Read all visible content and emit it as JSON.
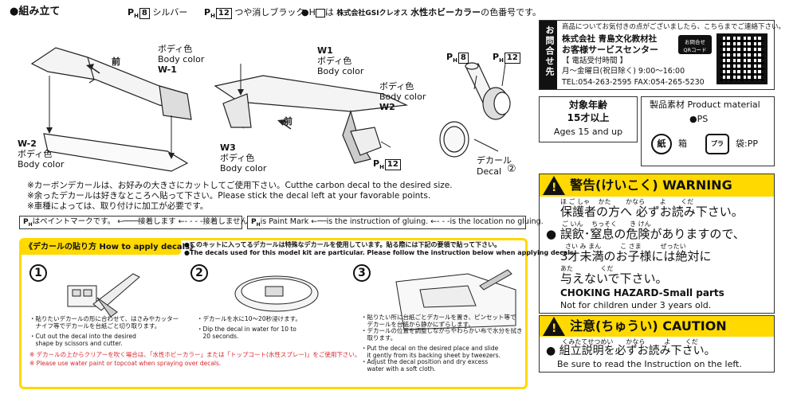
{
  "assembly": {
    "title": "●組み立て",
    "paint_codes": [
      {
        "mark": "H",
        "num": "8",
        "label": "シルバー"
      },
      {
        "mark": "H",
        "num": "12",
        "label": "つや消しブラック"
      }
    ],
    "paint_note_prefix": "●H",
    "paint_note_suffix": "は",
    "paint_note_maker": "株式会社GSIクレオス",
    "paint_note_brand": "水性ホビーカラー",
    "paint_note_end": "の色番号です。",
    "front_label": "前",
    "w1_top": {
      "jp": "ボディ色",
      "en": "Body color",
      "code": "W-1"
    },
    "w2_left": {
      "code": "W-2",
      "jp": "ボディ色",
      "en": "Body color"
    },
    "w1_mid": {
      "code": "W1",
      "jp": "ボディ色",
      "en": "Body color"
    },
    "w2_right": {
      "jp": "ボディ色",
      "en": "Body color",
      "code": "W2"
    },
    "w3": {
      "code": "W3",
      "jp": "ボディ色",
      "en": "Body color"
    },
    "ph12_label": {
      "mark": "H",
      "num": "12"
    },
    "ph8_small": {
      "mark": "H",
      "num": "8"
    },
    "ph12_small": {
      "mark": "H",
      "num": "12"
    },
    "decal": {
      "jp": "デカール",
      "en": "Decal",
      "num": "②"
    },
    "notes": [
      "※カーボンデカールは、お好みの大きさにカットしてご使用下さい。Cutthe carbon decal to the desired size.",
      "※余ったデカールは好きなところへ貼って下さい。Please stick the decal left at your favorable points.",
      "※車種によっては、取り付けに加工が必要です。"
    ],
    "legend_jp": {
      "mark": "H",
      "text1": "はペイントマークです。",
      "text2": "接着します",
      "text3": "接着しません"
    },
    "legend_en": {
      "mark": "H",
      "text1": "is Paint Mark",
      "text2": "is the instruction of gluing.",
      "text3": "is the location no gluing."
    }
  },
  "howto": {
    "title": "《デカールの貼り方 How to apply decals》",
    "note_jp": "●このキットに入ってるデカールは特殊なデカールを使用しています。貼る際には下記の要領で貼って下さい。",
    "note_en": "●The decals used for this model kit are particular. Please follow the instruction below when applying decals.",
    "steps": [
      {
        "num": "1",
        "jp": "・貼りたいデカールの形に合わせて、はさみやカッター\n　ナイフ等でデカールを台紙ごと切り取ります。",
        "en": "・Cut out the decal into the desired\n　shape by scissors and cutter."
      },
      {
        "num": "2",
        "jp": "・デカールを水に10〜20秒浸けます。",
        "en": "・Dip the decal in water for 10 to\n　20 seconds."
      },
      {
        "num": "3",
        "jp": "・貼りたい所に台紙ごとデカールを置き、ピンセット等で\n　デカールを台紙から静かにずらします。\n・デカールの位置を調整しながらやわらかい布で水分を拭き\n　取ります。",
        "en": "・Put the decal on the desired place and slide\n　it gently from its backing sheet by tweezers.\n・Adjust the decal position and dry excess\n　water with a soft cloth."
      }
    ],
    "warn_jp": "※ デカールの上からクリアーを吹く場合は、「水性ホビーカラー」または「トップコート(水性スプレー)」をご使用下さい。",
    "warn_en": "※ Please use water paint or topcoat when spraying over decals."
  },
  "contact": {
    "side_label": "お問合せ先",
    "line1": "商品についてお気付きの点がございましたら、こちらまでご連絡下さい。",
    "company": "株式会社 青島文化教材社",
    "center": "お客様サービスセンター",
    "hours_label": "【 電話受付時間 】",
    "hours": "月〜金曜日(祝日除く) 9:00〜16:00",
    "tel": "TEL:054-263-2595  FAX:054-265-5230",
    "qr_label": "お問合せ\nQRコード"
  },
  "age": {
    "jp": "対象年齢",
    "jp2": "15才以上",
    "en": "Ages 15 and up"
  },
  "material": {
    "title": "製品素材 Product material",
    "ps": "●PS",
    "box_label": "箱",
    "bag_label": "袋:PP",
    "paper_mark": "紙",
    "plastic_mark": "プラ"
  },
  "warning": {
    "title": "警告(けいこく) WARNING",
    "line1": "保護者の方へ 必ずお読み下さい。",
    "line1_ruby": "ほ ご しゃ　 かた　　 かなら　　 よ　　 くだ",
    "line2": "● 誤飲･窒息の危険がありますので、",
    "line2_ruby": "ご いん　 ちっそく　　き けん",
    "line3": "3才未満のお子様には絶対に",
    "line3_ruby": "さい み まん　　　こ さま　　　ぜったい",
    "line4": "与えないで下さい。",
    "line4_ruby": "あた　　　　 くだ",
    "en_title": "CHOKING HAZARD-Small parts",
    "en_text": "Not for children under 3 years old."
  },
  "caution": {
    "title": "注意(ちゅうい) CAUTION",
    "line1": "● 組立説明を必ずお読み下さい。",
    "line1_ruby": "くみたてせつめい　　かなら　　　よ　　 くだ",
    "en_text": "Be sure to read the Instruction on the left."
  }
}
